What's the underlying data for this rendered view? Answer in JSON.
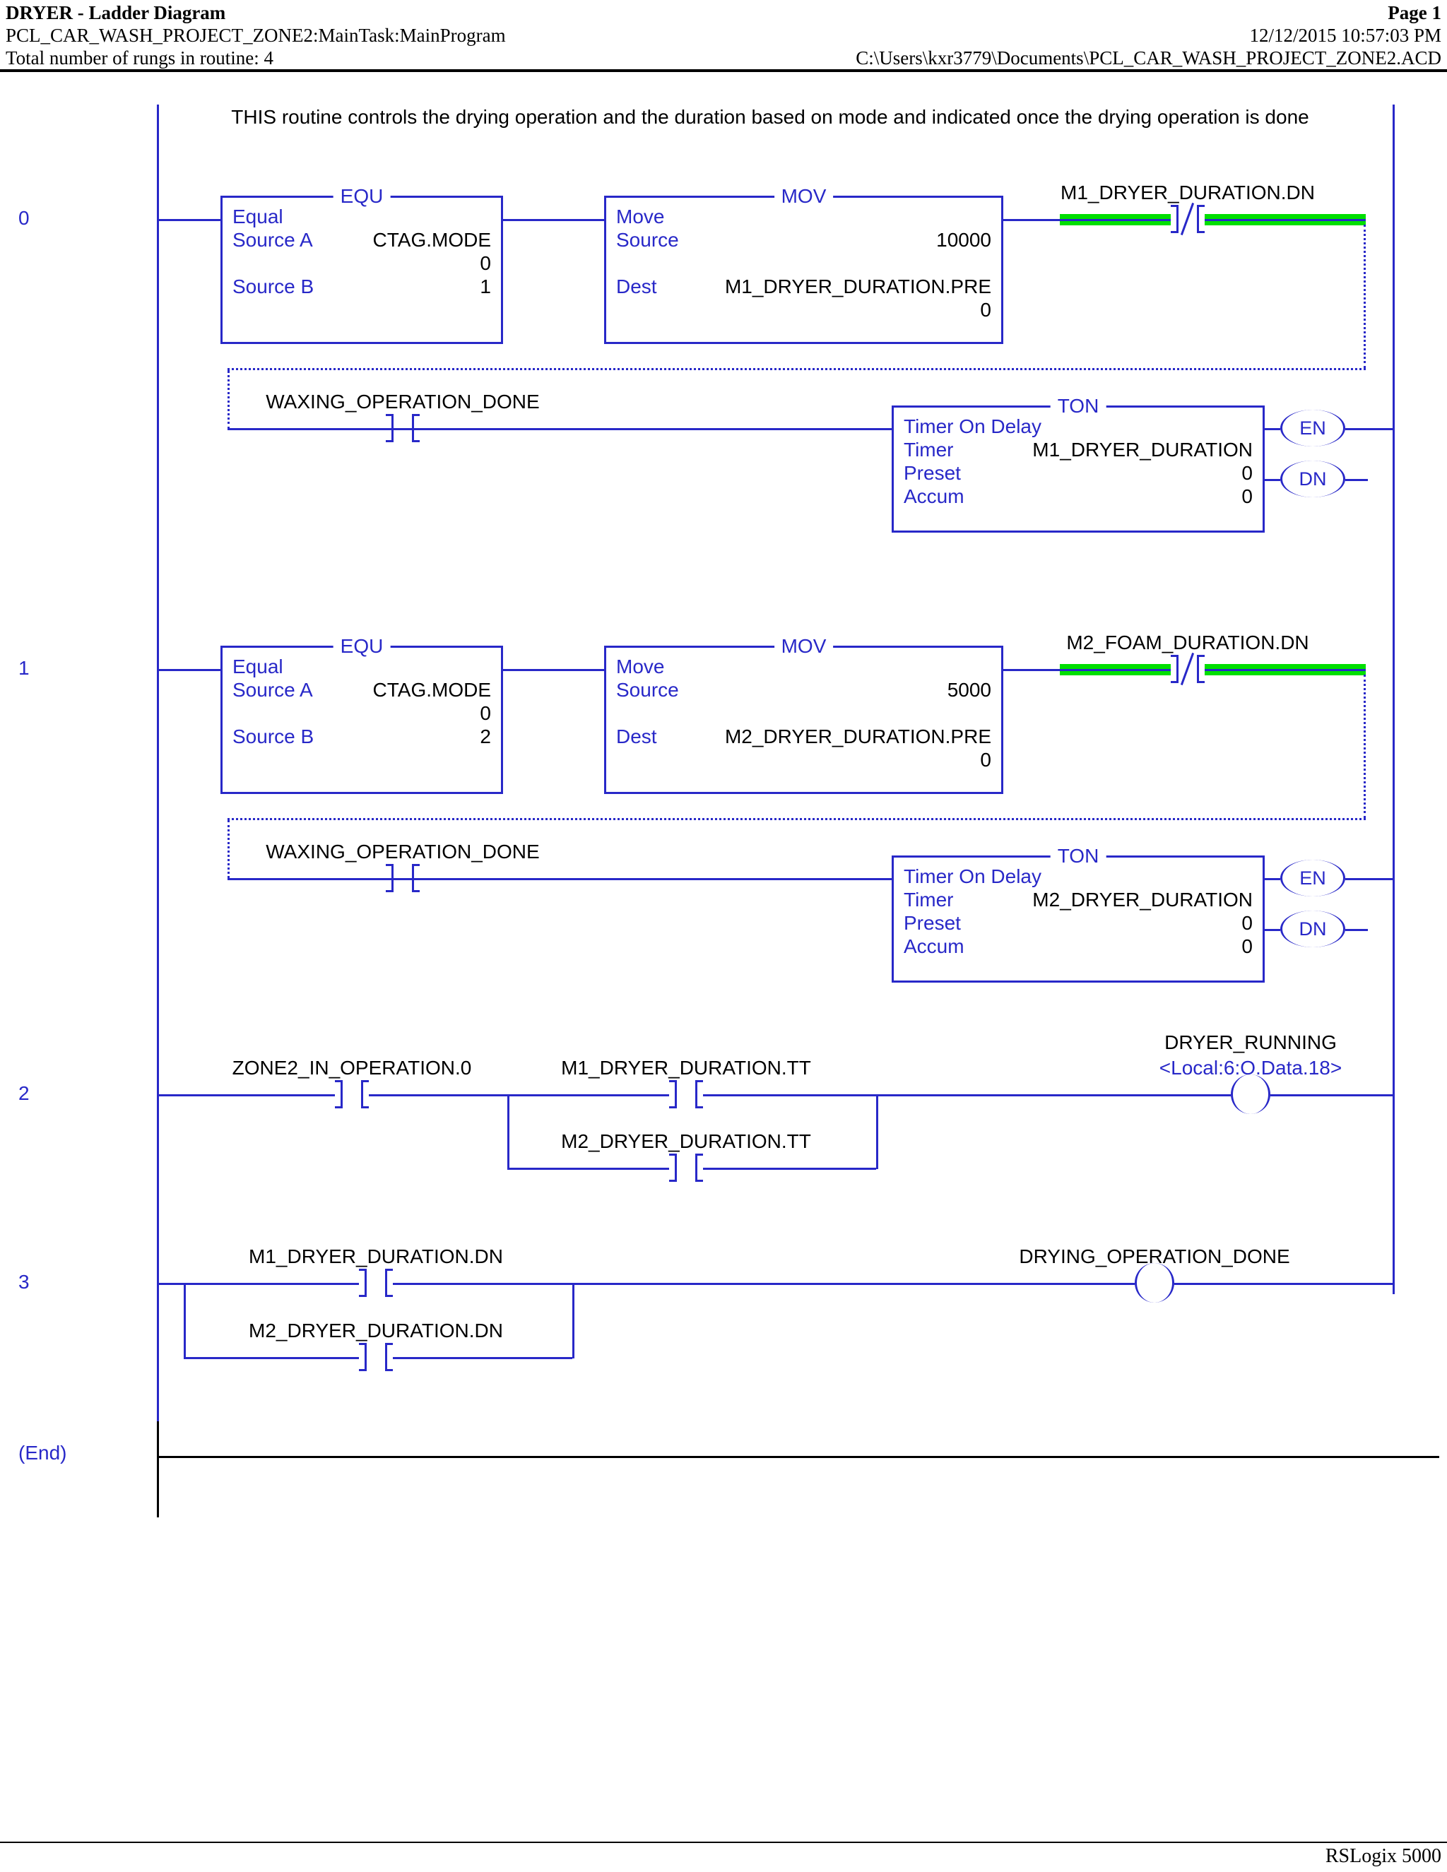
{
  "header": {
    "title": "DRYER - Ladder Diagram",
    "page": "Page 1",
    "program_path": "PCL_CAR_WASH_PROJECT_ZONE2:MainTask:MainProgram",
    "datetime": "12/12/2015 10:57:03 PM",
    "rung_count_line": "Total number of rungs in routine: 4",
    "file_path": "C:\\Users\\kxr3779\\Documents\\PCL_CAR_WASH_PROJECT_ZONE2.ACD"
  },
  "comment": "THIS routine controls the drying operation and the duration based on mode and indicated once the drying operation is done",
  "colors": {
    "accent_blue": "#2828C8",
    "highlight_green": "#00DF00"
  },
  "rung0": {
    "number": "0",
    "equ": {
      "mnemonic": "EQU",
      "op_name": "Equal",
      "a_label": "Source A",
      "a_tag": "CTAG.MODE",
      "a_value": "0",
      "b_label": "Source B",
      "b_value": "1"
    },
    "mov": {
      "mnemonic": "MOV",
      "op_name": "Move",
      "src_label": "Source",
      "src_value": "10000",
      "dest_label": "Dest",
      "dest_tag": "M1_DRYER_DURATION.PRE",
      "dest_value": "0"
    },
    "done_contact_tag": "M1_DRYER_DURATION.DN",
    "wax_contact_tag": "WAXING_OPERATION_DONE",
    "ton": {
      "mnemonic": "TON",
      "op_name": "Timer On Delay",
      "timer_label": "Timer",
      "timer_tag": "M1_DRYER_DURATION",
      "preset_label": "Preset",
      "preset_value": "0",
      "accum_label": "Accum",
      "accum_value": "0",
      "en_label": "EN",
      "dn_label": "DN"
    }
  },
  "rung1": {
    "number": "1",
    "equ": {
      "mnemonic": "EQU",
      "op_name": "Equal",
      "a_label": "Source A",
      "a_tag": "CTAG.MODE",
      "a_value": "0",
      "b_label": "Source B",
      "b_value": "2"
    },
    "mov": {
      "mnemonic": "MOV",
      "op_name": "Move",
      "src_label": "Source",
      "src_value": "5000",
      "dest_label": "Dest",
      "dest_tag": "M2_DRYER_DURATION.PRE",
      "dest_value": "0"
    },
    "done_contact_tag": "M2_FOAM_DURATION.DN",
    "wax_contact_tag": "WAXING_OPERATION_DONE",
    "ton": {
      "mnemonic": "TON",
      "op_name": "Timer On Delay",
      "timer_label": "Timer",
      "timer_tag": "M2_DRYER_DURATION",
      "preset_label": "Preset",
      "preset_value": "0",
      "accum_label": "Accum",
      "accum_value": "0",
      "en_label": "EN",
      "dn_label": "DN"
    }
  },
  "rung2": {
    "number": "2",
    "c1_tag": "ZONE2_IN_OPERATION.0",
    "c2_tag": "M1_DRYER_DURATION.TT",
    "c3_tag": "M2_DRYER_DURATION.TT",
    "coil_tag": "DRYER_RUNNING",
    "coil_address": "<Local:6:O.Data.18>"
  },
  "rung3": {
    "number": "3",
    "c1_tag": "M1_DRYER_DURATION.DN",
    "c2_tag": "M2_DRYER_DURATION.DN",
    "coil_tag": "DRYING_OPERATION_DONE"
  },
  "end_label": "(End)",
  "footer": {
    "app": "RSLogix 5000"
  }
}
